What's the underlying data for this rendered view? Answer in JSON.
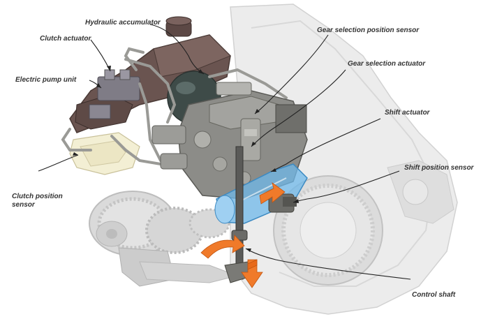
{
  "labels": {
    "hydraulic_accumulator": "Hydraulic accumulator",
    "clutch_actuator": "Clutch actuator",
    "electric_pump_unit": "Electric pump unit",
    "gear_selection_position_sensor": "Gear selection position sensor",
    "gear_selection_actuator": "Gear selection actuator",
    "shift_actuator": "Shift actuator",
    "shift_position_sensor": "Shift position sensor",
    "clutch_position_sensor_line1": "Clutch position",
    "clutch_position_sensor_line2": "sensor",
    "control_shaft": "Control shaft"
  },
  "colors": {
    "housing": "#e4e4e4",
    "reservoir": "#6a5450",
    "accumulator": "#3e4b48",
    "actuator_block": "#8c8c88",
    "shift_actuator_blue": "#6fb8ea",
    "arrow_orange": "#f07a2a",
    "leader_line": "#222222",
    "label_text": "#333333"
  }
}
